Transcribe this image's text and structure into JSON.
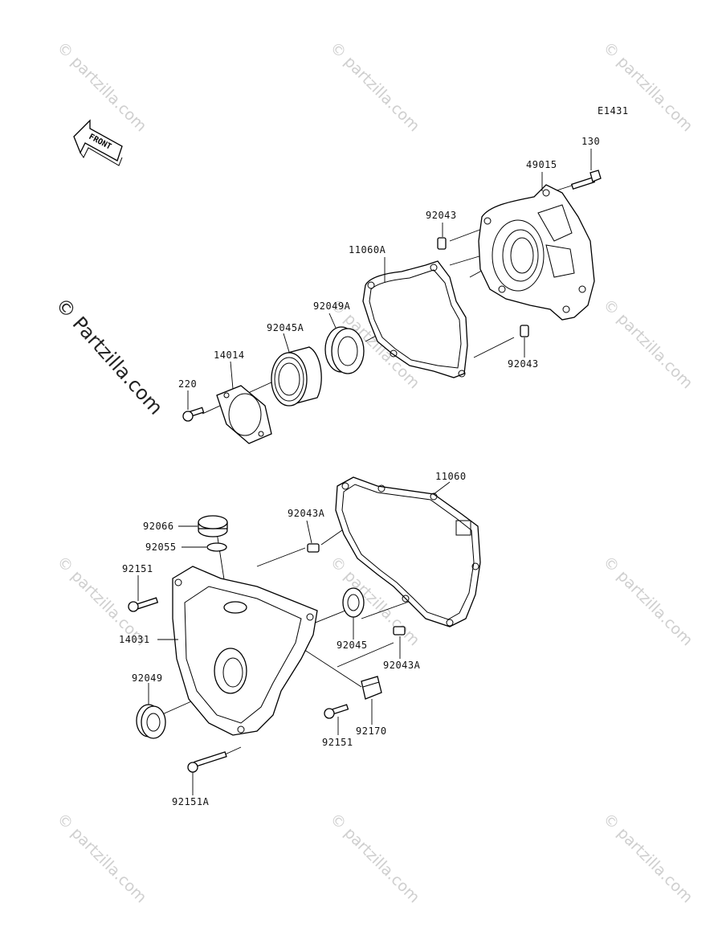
{
  "diagram": {
    "code": "E1431",
    "front_label": "FRONT",
    "watermark": "© Partzilla.com",
    "watermark_small": "© partzilla.com"
  },
  "parts": {
    "p130": "130",
    "p49015": "49015",
    "p92043_top": "92043",
    "p11060A": "11060A",
    "p92049A": "92049A",
    "p92045A": "92045A",
    "p14014": "14014",
    "p220": "220",
    "p92043_bottom": "92043",
    "p11060": "11060",
    "p92043A_top": "92043A",
    "p92066": "92066",
    "p92055": "92055",
    "p92151_left": "92151",
    "p14031": "14031",
    "p92045": "92045",
    "p92043A_bottom": "92043A",
    "p92049": "92049",
    "p92170": "92170",
    "p92151_bottom": "92151",
    "p92151A": "92151A"
  }
}
